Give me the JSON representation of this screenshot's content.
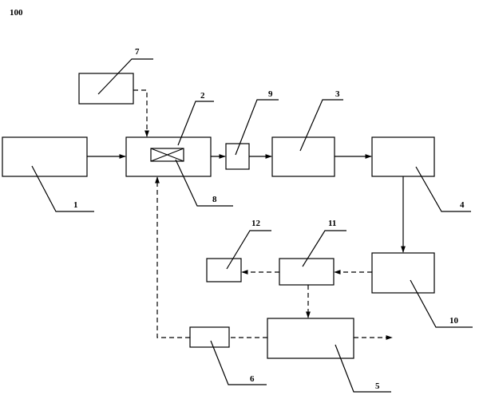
{
  "figure_number": "100",
  "components": [
    {
      "id": "1",
      "label": "1"
    },
    {
      "id": "2",
      "label": "2"
    },
    {
      "id": "3",
      "label": "3"
    },
    {
      "id": "4",
      "label": "4"
    },
    {
      "id": "5",
      "label": "5"
    },
    {
      "id": "6",
      "label": "6"
    },
    {
      "id": "7",
      "label": "7"
    },
    {
      "id": "8",
      "label": "8"
    },
    {
      "id": "9",
      "label": "9"
    },
    {
      "id": "10",
      "label": "10"
    },
    {
      "id": "11",
      "label": "11"
    },
    {
      "id": "12",
      "label": "12"
    }
  ]
}
